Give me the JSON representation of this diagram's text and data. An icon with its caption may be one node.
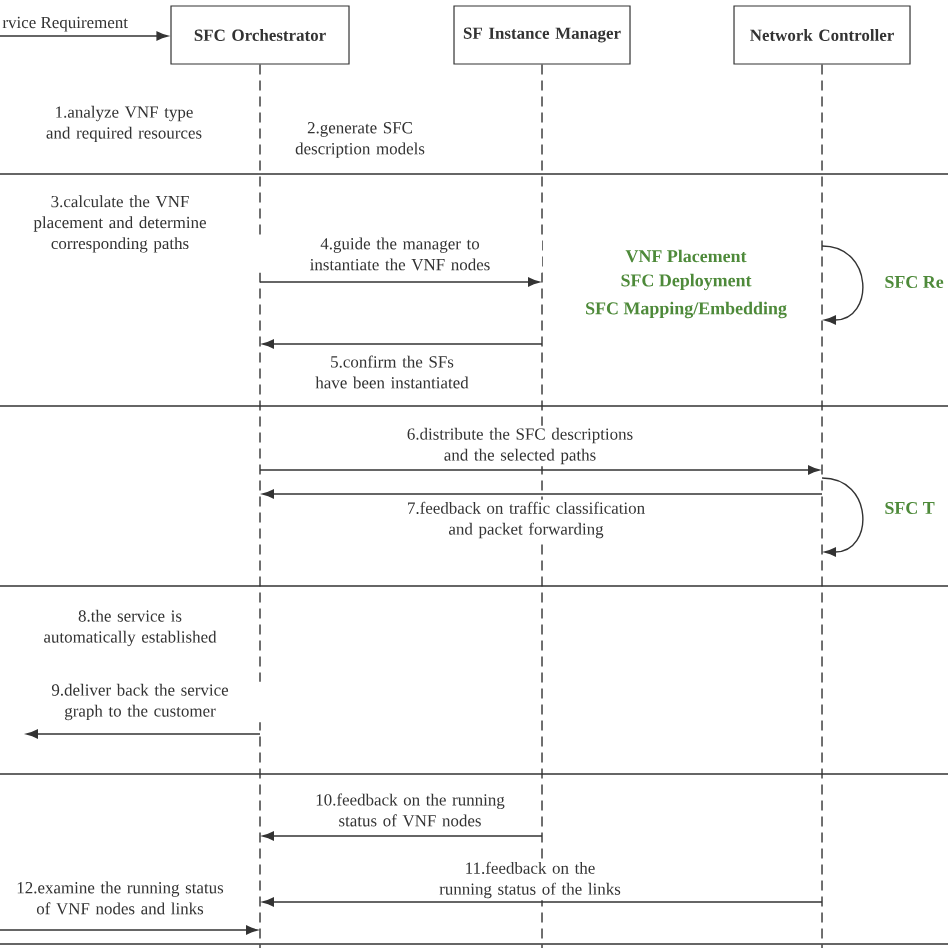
{
  "diagram": {
    "nodes": [
      {
        "text": [
          "rvice Requirement"
        ]
      },
      {
        "text": [
          "SFC Orchestrator"
        ]
      },
      {
        "text": [
          "SF Instance Manager"
        ]
      },
      {
        "text": [
          "Network Controller"
        ]
      },
      {
        "text": [],
        "shape": "line"
      },
      {
        "text": [],
        "shape": "line"
      },
      {
        "text": [],
        "shape": "line"
      }
    ],
    "edges": [
      {
        "from": 0,
        "to": 1,
        "arrow": "to"
      },
      {
        "from": 4,
        "to": 5,
        "arrow": "to",
        "label": "4.guide the manager to instantiate the VNF nodes"
      },
      {
        "from": 5,
        "to": 4,
        "arrow": "to",
        "label": "5.confirm the SFs have been instantiated"
      },
      {
        "from": 6,
        "to": 6,
        "arrow": "to",
        "label": "SFC Re"
      },
      {
        "from": 4,
        "to": 6,
        "arrow": "to",
        "label": "6.distribute the SFC descriptions and the selected paths"
      },
      {
        "from": 6,
        "to": 4,
        "arrow": "to",
        "label": "7.feedback on traffic classification and packet forwarding"
      },
      {
        "from": 6,
        "to": 6,
        "arrow": "to",
        "label": "SFC T"
      },
      {
        "from": 4,
        "to": null,
        "arrow": "to",
        "label": "9.deliver back the service graph to the customer"
      },
      {
        "from": 5,
        "to": 4,
        "arrow": "to",
        "label": "10.feedback on the running status of VNF nodes"
      },
      {
        "from": 6,
        "to": 4,
        "arrow": "to",
        "label": "11.feedback on the running status of the links"
      },
      {
        "from": null,
        "to": 4,
        "arrow": "to",
        "label": "12.examine the running status of VNF nodes and links"
      }
    ],
    "labels": [
      "1.analyze VNF type and required resources",
      "2.generate SFC description models",
      "3.calculate the VNF placement and determine corresponding paths",
      "VNF Placement",
      "SFC Deployment",
      "SFC Mapping/Embedding",
      "8.the service is automatically established"
    ]
  }
}
